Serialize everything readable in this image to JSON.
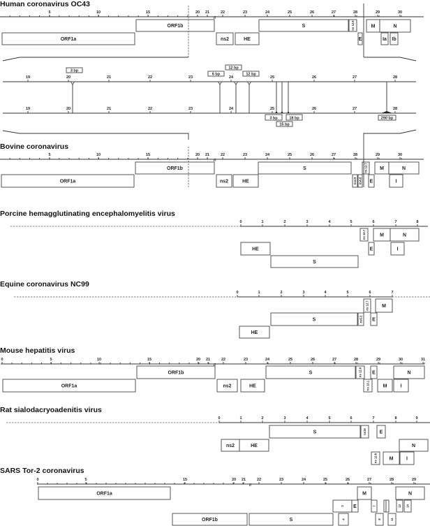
{
  "tracks": [
    {
      "title": "Human coronavirus OC43",
      "ticks": [
        "5",
        "10",
        "15",
        "20",
        "21",
        "22",
        "23",
        "24",
        "25",
        "26",
        "27",
        "28",
        "29",
        "30"
      ],
      "genes": [
        "ORF1a",
        "ORF1b",
        "ns2",
        "HE",
        "S",
        "ns 12.9",
        "E",
        "M",
        "N",
        "Ia",
        "Ib"
      ]
    },
    {
      "title": "Bovine coronavirus",
      "ticks": [
        "5",
        "10",
        "15",
        "20",
        "21",
        "22",
        "23",
        "24",
        "25",
        "26",
        "27",
        "28",
        "29",
        "30"
      ],
      "genes": [
        "ORF1a",
        "ORF1b",
        "ns2",
        "HE",
        "S",
        "ns 12.7",
        "ns4.9",
        "ns4.8",
        "E",
        "M",
        "N",
        "I"
      ]
    },
    {
      "title": "Porcine hemagglutinating encephalomyelitis virus",
      "ticks": [
        "0",
        "1",
        "2",
        "3",
        "4",
        "5",
        "6",
        "7",
        "8"
      ],
      "genes": [
        "ns 12.7",
        "M",
        "N",
        "HE",
        "E",
        "I",
        "S"
      ]
    },
    {
      "title": "Equine coronavirus NC99",
      "ticks": [
        "0",
        "1",
        "2",
        "3",
        "4",
        "5",
        "6",
        "7"
      ],
      "genes": [
        "ns 12.7",
        "M",
        "S",
        "ns5.3",
        "E",
        "HE"
      ]
    },
    {
      "title": "Mouse hepatitis virus",
      "ticks": [
        "0",
        "5",
        "10",
        "15",
        "20",
        "21",
        "22",
        "23",
        "24",
        "25",
        "26",
        "27",
        "28",
        "29",
        "30",
        "31"
      ],
      "genes": [
        "ORF1a",
        "ORF1b",
        "ns2",
        "HE",
        "S",
        "ns 12.6",
        "E",
        "N",
        "ns 13.1",
        "M",
        "I"
      ]
    },
    {
      "title": "Rat sialodacryoadenitis virus",
      "ticks": [
        "0",
        "1",
        "2",
        "3",
        "4",
        "5",
        "6",
        "7",
        "8",
        "9"
      ],
      "genes": [
        "S",
        "ns15",
        "E",
        "ns2",
        "HE",
        "N",
        "ns 12.6",
        "M",
        "I"
      ]
    },
    {
      "title": "SARS Tor-2 coronavirus",
      "ticks": [
        "0",
        "5",
        "15",
        "20",
        "21",
        "22",
        "23",
        "24",
        "25",
        "26",
        "27",
        "28",
        "29"
      ],
      "genes": [
        "ORF1a",
        "M",
        "N",
        "3",
        "E",
        "7",
        "",
        "",
        "13",
        "14",
        "ORF1b",
        "S",
        "4",
        "8",
        "11"
      ]
    }
  ],
  "detail": {
    "ticks": [
      "19",
      "20",
      "21",
      "22",
      "23",
      "24",
      "25",
      "26",
      "27",
      "28"
    ],
    "top_labels": [
      "3 bp",
      "6 bp",
      "12 bp",
      "12 bp"
    ],
    "bottom_labels": [
      "3 bp",
      "18 bp",
      "15 bp",
      "290 bp"
    ]
  }
}
